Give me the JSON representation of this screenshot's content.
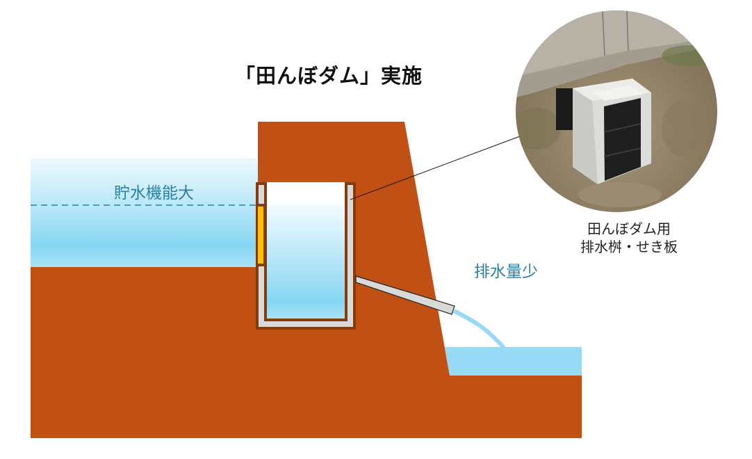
{
  "title": "「田んぼダム」実施",
  "labels": {
    "storage": "貯水機能大",
    "drainage": "排水量少"
  },
  "photo_caption": {
    "line1": "田んぼダム用",
    "line2": "排水桝・せき板"
  },
  "colors": {
    "soil": "#c05014",
    "soil_dark": "#843c0c",
    "water_light": "#eaf7fd",
    "water_mid": "#86d6f3",
    "water_flat": "#96daf5",
    "concrete": "#d9d9d9",
    "weir_board": "#ffc000",
    "label_blue": "#2a7fa3",
    "dash_line": "#2a7fa3"
  },
  "photo": {
    "subject": "concrete-drain-box-with-black-weir-board",
    "shape": "circle"
  }
}
